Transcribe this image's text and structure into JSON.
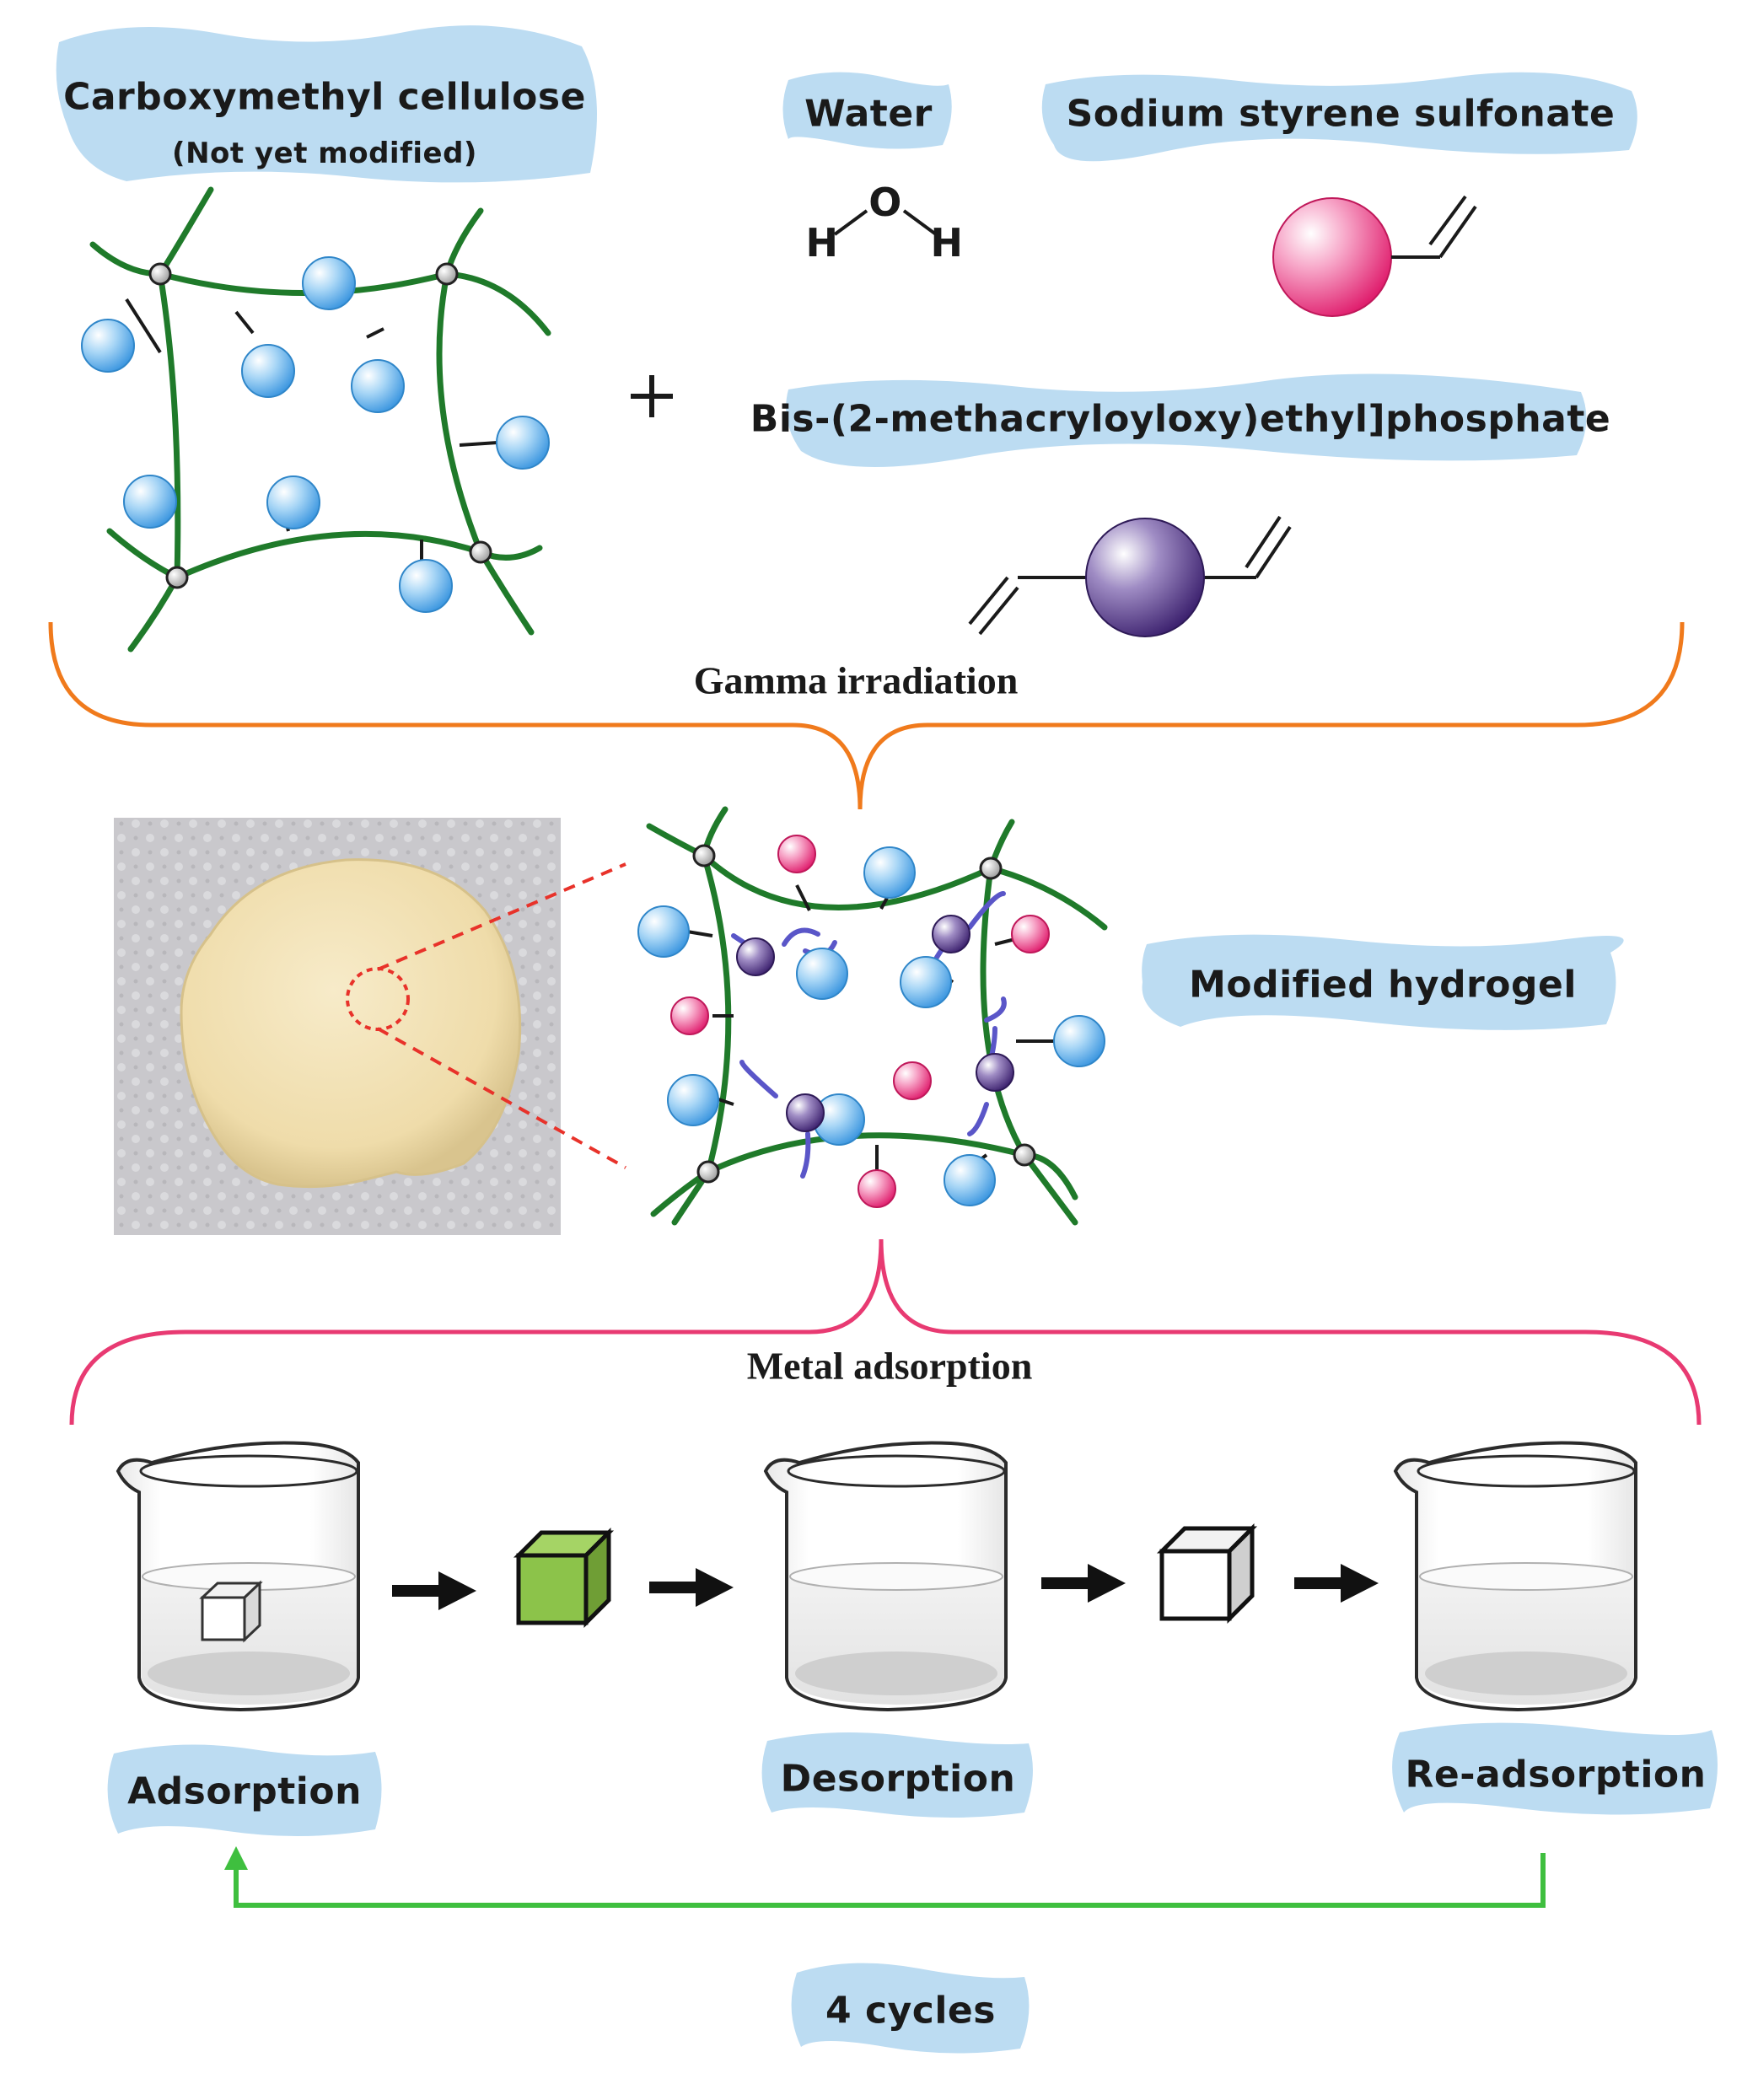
{
  "labels": {
    "cmc": "Carboxymethyl cellulose",
    "cmc_note": "(Not yet modified)",
    "water": "Water",
    "sss": "Sodium styrene sulfonate",
    "bmep": "Bis-(2-methacryloyloxy)ethyl]phosphate",
    "gamma": "Gamma irradiation",
    "modified": "Modified hydrogel",
    "metal": "Metal adsorption",
    "adsorption": "Adsorption",
    "desorption": "Desorption",
    "readsorption": "Re-adsorption",
    "cycles": "4 cycles",
    "plus": "+",
    "h_left": "H",
    "o": "O",
    "h_right": "H"
  },
  "icons": {
    "polymer_network": "cmc-network-icon",
    "hydrogel_network": "hydrogel-network-icon",
    "sss_monomer": "pink-sphere-monomer-icon",
    "bmep_crosslinker": "purple-sphere-crosslinker-icon",
    "beaker": "beaker-icon",
    "cube": "hydrogel-cube-icon",
    "arrow": "right-arrow-icon"
  },
  "colors": {
    "chain": "#1f7a2a",
    "blue_sphere": "#58b4ee",
    "pink_sphere": "#e8357e",
    "purple_sphere": "#5a3d86",
    "crosslink_bond": "#5a56c8",
    "orange_bracket": "#f07a1c",
    "pink_bracket": "#e83a72",
    "cycle_arrow": "#3fbf3f",
    "label_bg": "#bcdcf2",
    "green_cube": "#8cc34a"
  }
}
